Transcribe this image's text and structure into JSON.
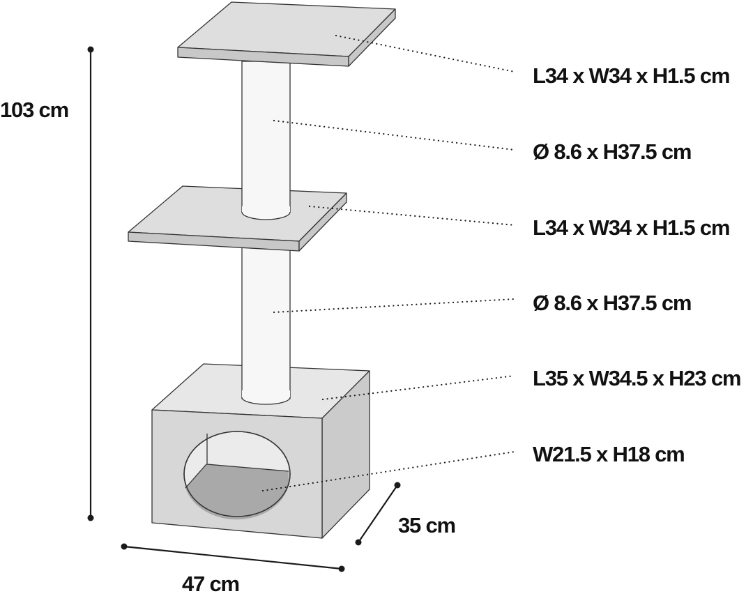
{
  "colors": {
    "platform_top": "#dedede",
    "platform_edge": "#c8c8c8",
    "post": "#f7f7f7",
    "box_front": "#d7d7d7",
    "box_top": "#e7e7e7",
    "box_side": "#cbcbcb",
    "opening_inner": "#ebebeb",
    "opening_floor": "#a9a9a9",
    "line": "#1a1a1a"
  },
  "components": [
    {
      "id": "top-platform",
      "label": "L34 x W34 x H1.5 cm"
    },
    {
      "id": "upper-post",
      "label": "Ø 8.6 x H37.5 cm"
    },
    {
      "id": "middle-platform",
      "label": "L34 x W34 x H1.5 cm"
    },
    {
      "id": "lower-post",
      "label": "Ø 8.6 x H37.5 cm"
    },
    {
      "id": "base-box",
      "label": "L35 x W34.5 x H23 cm"
    },
    {
      "id": "box-opening",
      "label": "W21.5 x H18 cm"
    }
  ],
  "overall": {
    "height": "103 cm",
    "width": "47 cm",
    "depth": "35 cm"
  }
}
